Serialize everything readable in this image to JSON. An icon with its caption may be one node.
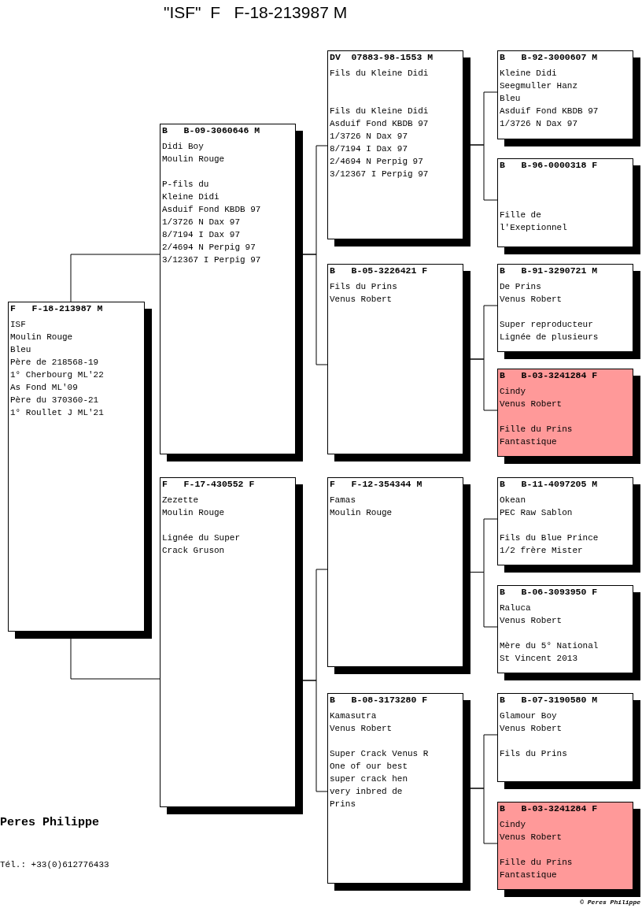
{
  "diagram": {
    "title": "\"ISF\"  F   F-18-213987 M",
    "nodes": [
      {
        "text": [
          "F   F-18-213987 M",
          "ISF",
          "Moulin Rouge",
          "Bleu",
          "Père de 218568-19",
          "1° Cherbourg ML'22",
          "As Fond ML'09",
          "Père du 370360-21",
          "1° Roullet J ML'21"
        ]
      },
      {
        "text": [
          "B   B-09-3060646 M",
          "Didi Boy",
          "Moulin Rouge",
          "P-fils du",
          "Kleine Didi",
          "Asduif Fond KBDB 97",
          "1/3726 N Dax 97",
          "8/7194 I Dax 97",
          "2/4694 N Perpig 97",
          "3/12367 I Perpig 97"
        ]
      },
      {
        "text": [
          "DV  07883-98-1553 M",
          "Fils du Kleine Didi",
          "Fils du Kleine Didi",
          "Asduif Fond KBDB 97",
          "1/3726 N Dax 97",
          "8/7194 I Dax 97",
          "2/4694 N Perpig 97",
          "3/12367 I Perpig 97"
        ]
      },
      {
        "text": [
          "B   B-92-3000607 M",
          "Kleine Didi",
          "Seegmuller Hanz",
          "Bleu",
          "Asduif Fond KBDB 97",
          "1/3726 N Dax 97"
        ]
      },
      {
        "text": [
          "B   B-96-0000318 F",
          "Fille de",
          "l'Exeptionnel"
        ]
      },
      {
        "text": [
          "B   B-05-3226421 F",
          "Fils du Prins",
          "Venus Robert"
        ]
      },
      {
        "text": [
          "B   B-91-3290721 M",
          "De Prins",
          "Venus Robert",
          "Super reproducteur",
          "Lignée de plusieurs"
        ]
      },
      {
        "text": [
          "B   B-03-3241284 F",
          "Cindy",
          "Venus Robert",
          "Fille du Prins",
          "Fantastique"
        ]
      },
      {
        "text": [
          "F   F-17-430552 F",
          "Zezette",
          "Moulin Rouge",
          "Lignée du Super",
          "Crack Gruson"
        ]
      },
      {
        "text": [
          "F   F-12-354344 M",
          "Famas",
          "Moulin Rouge"
        ]
      },
      {
        "text": [
          "B   B-11-4097205 M",
          "Okean",
          "PEC Raw Sablon",
          "Fils du Blue Prince",
          "1/2 frère Mister"
        ]
      },
      {
        "text": [
          "B   B-06-3093950 F",
          "Raluca",
          "Venus Robert",
          "Mère du 5° National",
          "St Vincent 2013"
        ]
      },
      {
        "text": [
          "B   B-08-3173280 F",
          "Kamasutra",
          "Venus Robert",
          "Super Crack Venus R",
          "One of our best",
          "super crack hen",
          "very inbred de",
          "Prins"
        ]
      },
      {
        "text": [
          "B   B-07-3190580 M",
          "Glamour Boy",
          "Venus Robert",
          "Fils du Prins"
        ]
      },
      {
        "text": [
          "B   B-03-3241284 F",
          "Cindy",
          "Venus Robert",
          "Fille du Prins",
          "Fantastique"
        ]
      }
    ],
    "edges": [
      {
        "from": 0,
        "to": 1,
        "arrow": "none"
      },
      {
        "from": 0,
        "to": 8,
        "arrow": "none"
      },
      {
        "from": 1,
        "to": 2,
        "arrow": "none"
      },
      {
        "from": 1,
        "to": 5,
        "arrow": "none"
      },
      {
        "from": 2,
        "to": 3,
        "arrow": "none"
      },
      {
        "from": 2,
        "to": 4,
        "arrow": "none"
      },
      {
        "from": 5,
        "to": 6,
        "arrow": "none"
      },
      {
        "from": 5,
        "to": 7,
        "arrow": "none"
      },
      {
        "from": 8,
        "to": 9,
        "arrow": "none"
      },
      {
        "from": 8,
        "to": 12,
        "arrow": "none"
      },
      {
        "from": 9,
        "to": 10,
        "arrow": "none"
      },
      {
        "from": 9,
        "to": 11,
        "arrow": "none"
      },
      {
        "from": 12,
        "to": 13,
        "arrow": "none"
      },
      {
        "from": 12,
        "to": 14,
        "arrow": "none"
      }
    ],
    "labels": [
      "Peres Philippe",
      "Tél.: +33(0)612776433",
      "© Peres Philippe"
    ]
  }
}
